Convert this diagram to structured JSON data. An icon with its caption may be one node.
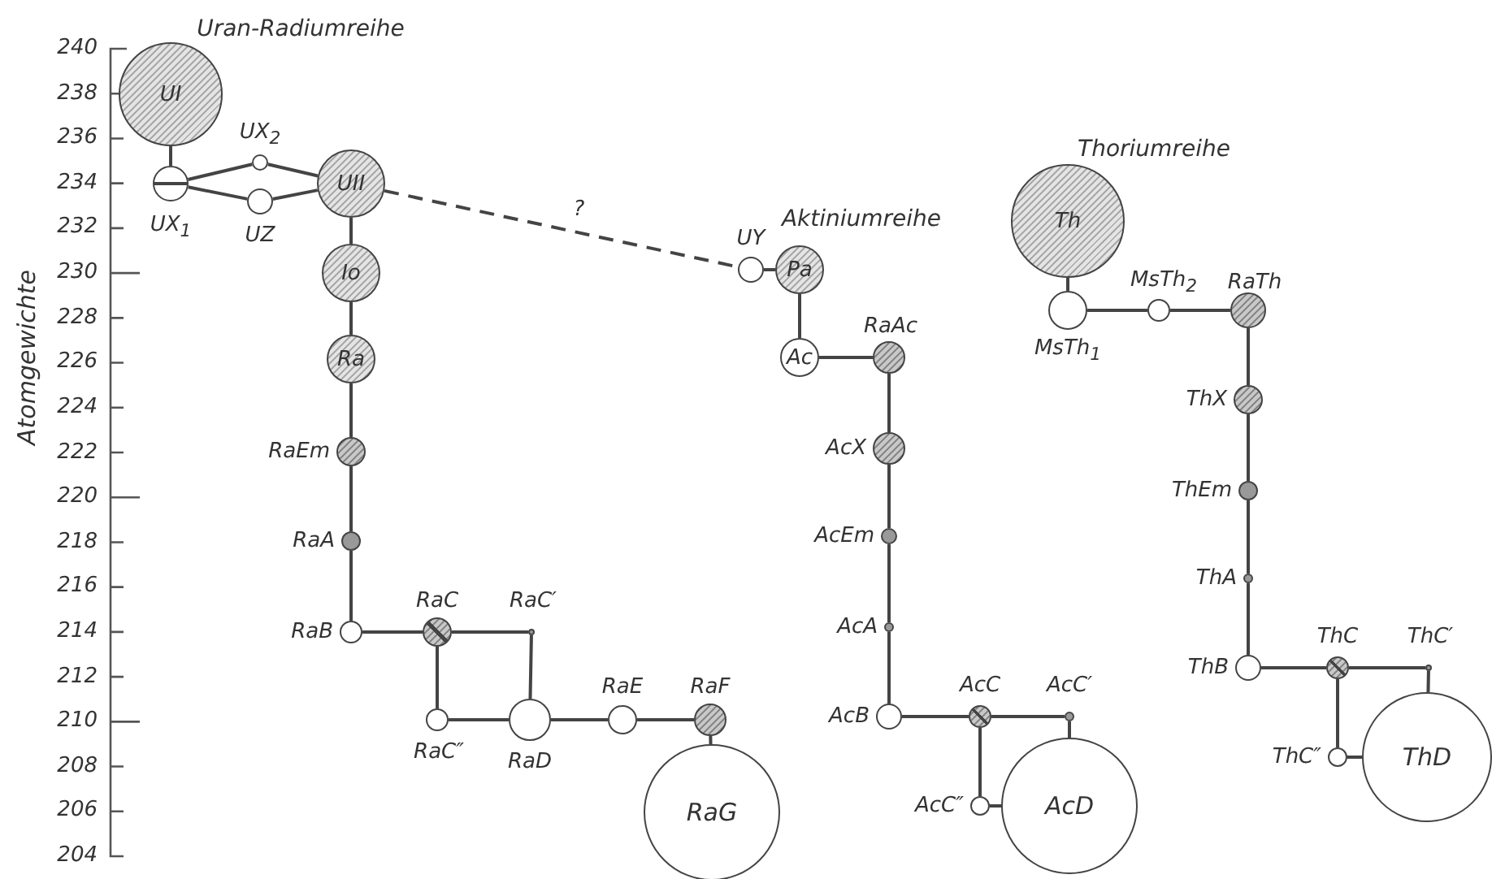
{
  "diagram": {
    "nodes": [
      {
        "text": [
          "UI"
        ]
      },
      {
        "text": [],
        "shape": "circle",
        "beside": [
          "UX$_{1}$"
        ]
      },
      {
        "text": [],
        "shape": "circle",
        "beside": [
          "UX$_{2}$"
        ]
      },
      {
        "text": [],
        "shape": "circle",
        "beside": [
          "UZ"
        ]
      },
      {
        "text": [
          "UII"
        ]
      },
      {
        "text": [
          "Io"
        ]
      },
      {
        "text": [
          "Ra"
        ]
      },
      {
        "text": [],
        "shape": "circle",
        "beside": [
          "RaEm"
        ]
      },
      {
        "text": [],
        "shape": "circle",
        "beside": [
          "RaA"
        ]
      },
      {
        "text": [],
        "shape": "circle",
        "beside": [
          "RaB"
        ]
      },
      {
        "text": [],
        "shape": "circle",
        "beside": [
          "RaC"
        ]
      },
      {
        "text": [],
        "shape": "circle",
        "beside": [
          "RaC′"
        ]
      },
      {
        "text": [],
        "shape": "circle",
        "beside": [
          "RaC″"
        ]
      },
      {
        "text": [],
        "shape": "circle",
        "beside": [
          "RaD"
        ]
      },
      {
        "text": [],
        "shape": "circle",
        "beside": [
          "RaE"
        ]
      },
      {
        "text": [],
        "shape": "circle",
        "beside": [
          "RaF"
        ]
      },
      {
        "text": [
          "RaG"
        ]
      },
      {
        "text": [],
        "shape": "circle",
        "beside": [
          "UY"
        ]
      },
      {
        "text": [
          "Pa"
        ]
      },
      {
        "text": [
          "Ac"
        ]
      },
      {
        "text": [],
        "shape": "circle",
        "beside": [
          "RaAc"
        ]
      },
      {
        "text": [],
        "shape": "circle",
        "beside": [
          "AcX"
        ]
      },
      {
        "text": [],
        "shape": "circle",
        "beside": [
          "AcEm"
        ]
      },
      {
        "text": [],
        "shape": "circle",
        "beside": [
          "AcA"
        ]
      },
      {
        "text": [],
        "shape": "circle",
        "beside": [
          "AcB"
        ]
      },
      {
        "text": [],
        "shape": "circle",
        "beside": [
          "AcC"
        ]
      },
      {
        "text": [],
        "shape": "circle",
        "beside": [
          "AcC′"
        ]
      },
      {
        "text": [],
        "shape": "circle",
        "beside": [
          "AcC″"
        ]
      },
      {
        "text": [
          "AcD"
        ]
      },
      {
        "text": [
          "Th"
        ]
      },
      {
        "text": [],
        "shape": "circle",
        "beside": [
          "MsTh$_{1}$"
        ]
      },
      {
        "text": [],
        "shape": "circle",
        "beside": [
          "MsTh$_{2}$"
        ]
      },
      {
        "text": [],
        "shape": "circle",
        "beside": [
          "RaTh"
        ]
      },
      {
        "text": [],
        "shape": "circle",
        "beside": [
          "ThX"
        ]
      },
      {
        "text": [],
        "shape": "circle",
        "beside": [
          "ThEm"
        ]
      },
      {
        "text": [],
        "shape": "circle",
        "beside": [
          "ThA"
        ]
      },
      {
        "text": [],
        "shape": "circle",
        "beside": [
          "ThB"
        ]
      },
      {
        "text": [],
        "shape": "circle",
        "beside": [
          "ThC"
        ]
      },
      {
        "text": [],
        "shape": "circle",
        "beside": [
          "ThC′"
        ]
      },
      {
        "text": [],
        "shape": "circle",
        "beside": [
          "ThC″"
        ]
      },
      {
        "text": [
          "ThD"
        ]
      }
    ],
    "edges": [
      {
        "from": 0,
        "to": 1,
        "arrow": "none"
      },
      {
        "from": 1,
        "to": 2,
        "arrow": "none"
      },
      {
        "from": 1,
        "to": 3,
        "arrow": "none"
      },
      {
        "from": 2,
        "to": 4,
        "arrow": "none"
      },
      {
        "from": 3,
        "to": 4,
        "arrow": "none"
      },
      {
        "from": 4,
        "to": 5,
        "arrow": "none"
      },
      {
        "from": 5,
        "to": 6,
        "arrow": "none"
      },
      {
        "from": 6,
        "to": 7,
        "arrow": "none"
      },
      {
        "from": 7,
        "to": 8,
        "arrow": "none"
      },
      {
        "from": 8,
        "to": 9,
        "arrow": "none"
      },
      {
        "from": 9,
        "to": 10,
        "arrow": "none"
      },
      {
        "from": 10,
        "to": 11,
        "arrow": "none"
      },
      {
        "from": 10,
        "to": 12,
        "arrow": "none"
      },
      {
        "from": 11,
        "to": 13,
        "arrow": "none"
      },
      {
        "from": 12,
        "to": 13,
        "arrow": "none"
      },
      {
        "from": 13,
        "to": 14,
        "arrow": "none"
      },
      {
        "from": 14,
        "to": 15,
        "arrow": "none"
      },
      {
        "from": 15,
        "to": 16,
        "arrow": "none"
      },
      {
        "from": 4,
        "to": 17,
        "arrow": "none",
        "label": "?",
        "style": "dashed"
      },
      {
        "from": 17,
        "to": 18,
        "arrow": "none"
      },
      {
        "from": 18,
        "to": 19,
        "arrow": "none"
      },
      {
        "from": 19,
        "to": 20,
        "arrow": "none"
      },
      {
        "from": 20,
        "to": 21,
        "arrow": "none"
      },
      {
        "from": 21,
        "to": 22,
        "arrow": "none"
      },
      {
        "from": 22,
        "to": 23,
        "arrow": "none"
      },
      {
        "from": 23,
        "to": 24,
        "arrow": "none"
      },
      {
        "from": 24,
        "to": 25,
        "arrow": "none"
      },
      {
        "from": 25,
        "to": 26,
        "arrow": "none"
      },
      {
        "from": 25,
        "to": 27,
        "arrow": "none"
      },
      {
        "from": 26,
        "to": 28,
        "arrow": "none"
      },
      {
        "from": 27,
        "to": 28,
        "arrow": "none"
      },
      {
        "from": 29,
        "to": 30,
        "arrow": "none"
      },
      {
        "from": 30,
        "to": 31,
        "arrow": "none"
      },
      {
        "from": 31,
        "to": 32,
        "arrow": "none"
      },
      {
        "from": 32,
        "to": 33,
        "arrow": "none"
      },
      {
        "from": 33,
        "to": 34,
        "arrow": "none"
      },
      {
        "from": 34,
        "to": 35,
        "arrow": "none"
      },
      {
        "from": 35,
        "to": 36,
        "arrow": "none"
      },
      {
        "from": 36,
        "to": 37,
        "arrow": "none"
      },
      {
        "from": 37,
        "to": 38,
        "arrow": "none"
      },
      {
        "from": 37,
        "to": 39,
        "arrow": "none"
      },
      {
        "from": 38,
        "to": 40,
        "arrow": "none"
      },
      {
        "from": 39,
        "to": 40,
        "arrow": "none"
      }
    ],
    "labels": [
      "Uran-Radiumreihe",
      "Thoriumreihe",
      "Aktiniumreihe",
      "Atomgewichte",
      "240",
      "238",
      "236",
      "234",
      "232",
      "230",
      "228",
      "226",
      "224",
      "222",
      "220",
      "218",
      "216",
      "214",
      "212",
      "210",
      "208",
      "206",
      "204"
    ]
  }
}
